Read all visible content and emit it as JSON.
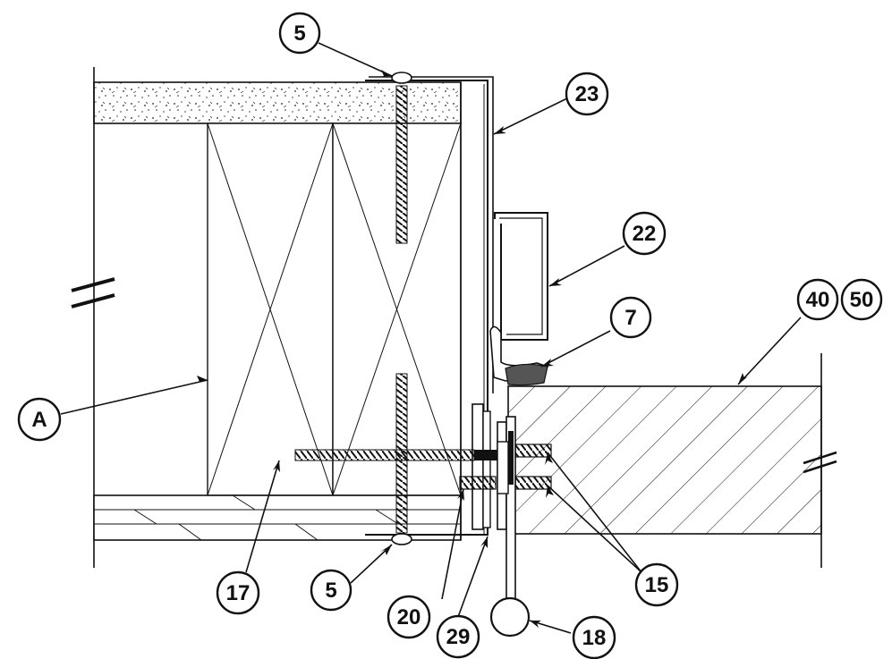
{
  "callouts": {
    "c5_top": "5",
    "c23": "23",
    "c22": "22",
    "c7": "7",
    "c40": "40",
    "c50": "50",
    "cA": "A",
    "c17": "17",
    "c5_bottom": "5",
    "c20": "20",
    "c29": "29",
    "c18": "18",
    "c15": "15"
  },
  "colors": {
    "line": "#111111",
    "background": "#ffffff"
  }
}
